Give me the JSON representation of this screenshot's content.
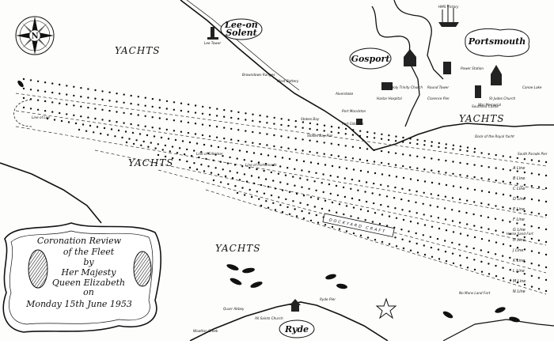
{
  "compass": {
    "north_label": "N"
  },
  "places": {
    "lee": "Lee-on",
    "solent": "Solent",
    "gosport": "Gosport",
    "portsmouth": "Portsmouth",
    "ryde": "Ryde"
  },
  "yachts_label": "YACHTS",
  "cartouche_lines": [
    "Coronation Review",
    "of the Fleet",
    "by",
    "Her Majesty",
    "Queen Elizabeth",
    "on",
    "Monday 15th June 1953"
  ],
  "landmarks": [
    "Lee Tower",
    "Browndown Ranges",
    "West Battery",
    "Alverstoke",
    "Holy Trinity Church",
    "Haslar Hospital",
    "Port Monckton",
    "Fort Gilkicker",
    "Stokes Bay",
    "Stokes Bay Pier",
    "Clarence Pier",
    "Southsea Castle",
    "Round Tower",
    "Power Station",
    "HMS Victory",
    "St Judes Church",
    "War Memorial",
    "Canoe Lake",
    "Dock of the Royal Yacht",
    "South Parade Pier",
    "Horse Sand Fort",
    "No Mans Land Fort",
    "Ryde Pier",
    "Quarr Abbey",
    "All Saints Church",
    "Wootton Creek",
    "Line of Lee",
    "Line of Gilkicker",
    "Line of Portsmouth"
  ],
  "dockyard_craft_label": "DOCKYARD CRAFT",
  "line_labels": [
    "A Line",
    "B Line",
    "C Line",
    "D Line",
    "E Line",
    "F Line",
    "G Line",
    "H Line",
    "J Line",
    "K Line",
    "L Line",
    "M Line",
    "N Line"
  ]
}
